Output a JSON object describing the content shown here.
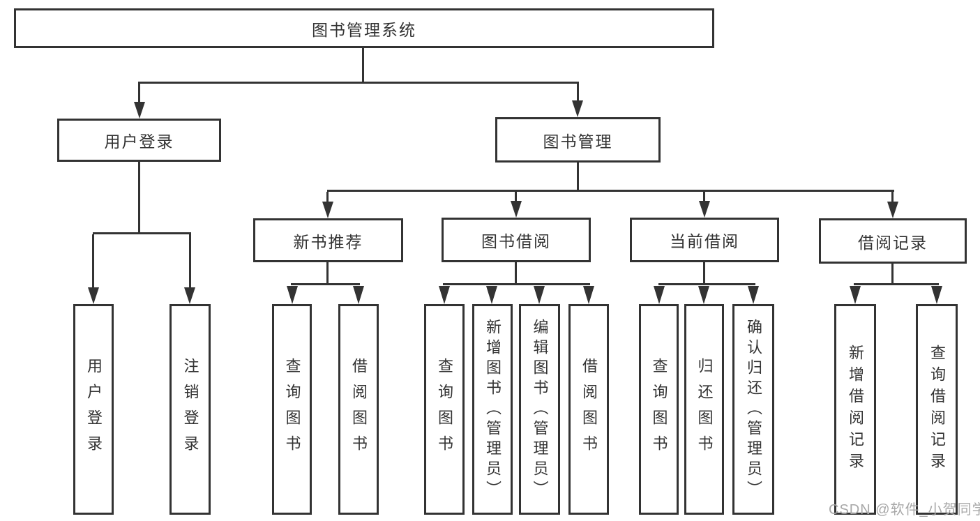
{
  "diagram": {
    "root": {
      "label": "图书管理系统"
    },
    "level2": [
      {
        "label": "用户登录"
      },
      {
        "label": "图书管理"
      }
    ],
    "level3": [
      {
        "label": "新书推荐"
      },
      {
        "label": "图书借阅"
      },
      {
        "label": "当前借阅"
      },
      {
        "label": "借阅记录"
      }
    ],
    "leaves": [
      {
        "label": "用户登录"
      },
      {
        "label": "注销登录"
      },
      {
        "label": "查询图书"
      },
      {
        "label": "借阅图书"
      },
      {
        "label": "查询图书"
      },
      {
        "label": "新增图书（管理员）"
      },
      {
        "label": "编辑图书（管理员）"
      },
      {
        "label": "借阅图书"
      },
      {
        "label": "查询图书"
      },
      {
        "label": "归还图书"
      },
      {
        "label": "确认归还（管理员）"
      },
      {
        "label": "新增借阅记录"
      },
      {
        "label": "查询借阅记录"
      }
    ],
    "watermark": "CSDN @软件_小贺同学",
    "colors": {
      "line": "#333333",
      "text": "#333333",
      "background": "#ffffff",
      "watermark": "#a8a8a8"
    }
  }
}
